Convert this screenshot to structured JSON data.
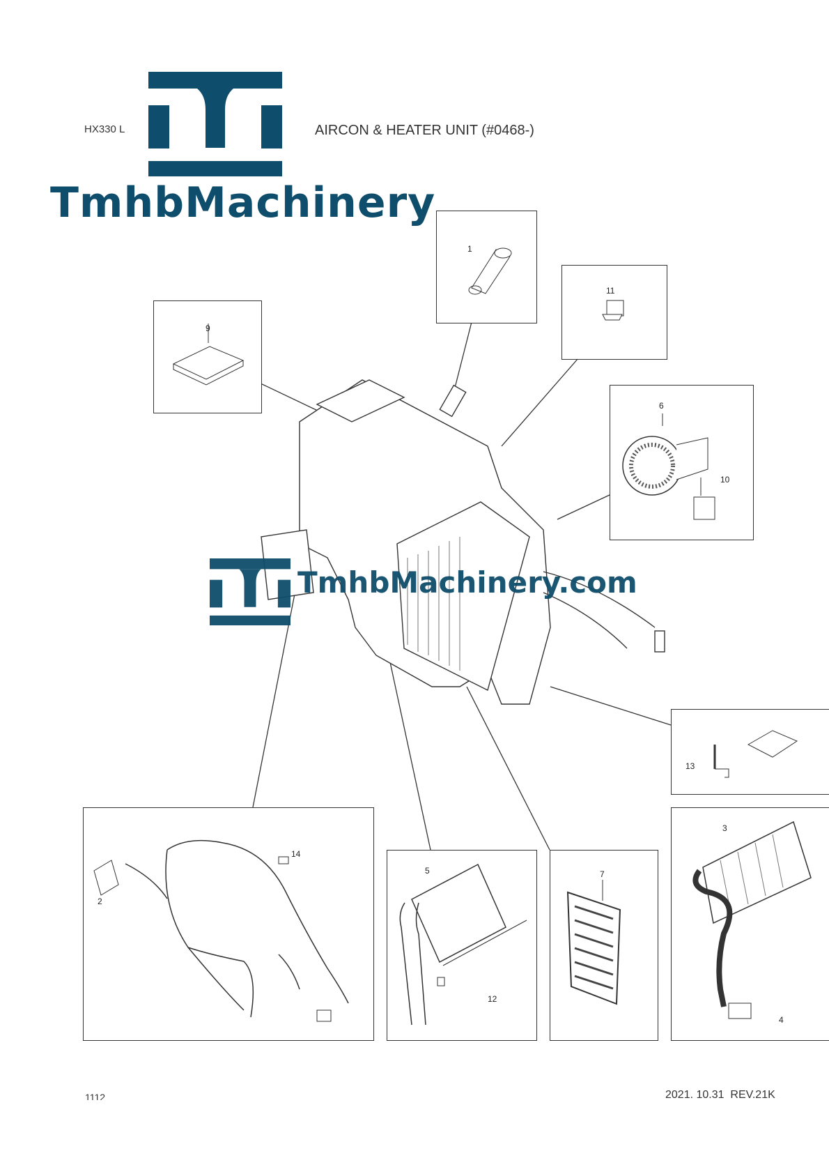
{
  "header": {
    "model": "HX330 L",
    "title": "AIRCON & HEATER UNIT (#0468-)"
  },
  "logo": {
    "brand_text": "TmhbMachinery",
    "color": "#0e4d6b"
  },
  "watermark": {
    "text": "TmhbMachinery.com",
    "color": "#0e4d6b"
  },
  "callouts": {
    "c1": "1",
    "c2": "2",
    "c3": "3",
    "c4": "4",
    "c5": "5",
    "c6": "6",
    "c7": "7",
    "c9": "9",
    "c10": "10",
    "c11": "11",
    "c12": "12",
    "c13": "13",
    "c14": "14"
  },
  "footer": {
    "page": "1112",
    "revision": "2021. 10.31  REV.21K"
  }
}
